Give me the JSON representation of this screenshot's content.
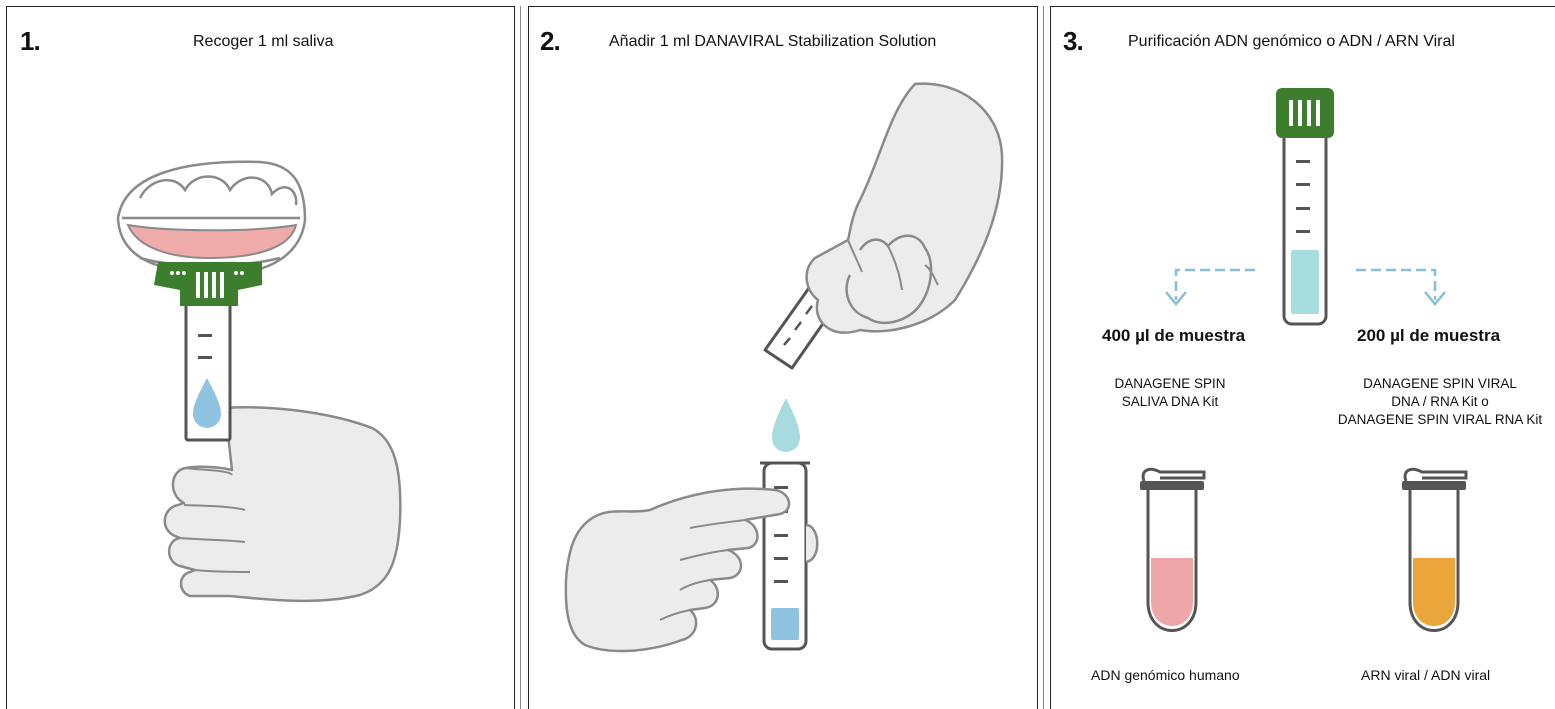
{
  "colors": {
    "cap_green": "#3d7d2e",
    "glove_fill": "#ececec",
    "glove_stroke": "#8a8a8a",
    "drop_blue": "#8fc3df",
    "drop_cyan": "#a7dbe0",
    "lip_pink": "#efaaaa",
    "dna_pink": "#eea6aa",
    "rna_orange": "#eaa63a",
    "arrow_blue": "#87bedb",
    "liquid_teal": "#a8dde0"
  },
  "steps": [
    {
      "number": "1.",
      "title": "Recoger 1 ml saliva",
      "icons": [
        "mouth-icon",
        "saliva-tube-icon",
        "gloved-hand-icon",
        "saliva-drop-icon"
      ]
    },
    {
      "number": "2.",
      "title": "Añadir 1 ml DANAVIRAL Stabilization Solution",
      "icons": [
        "gloved-hand-icon",
        "pipette-icon",
        "solution-drop-icon",
        "tube-icon"
      ]
    },
    {
      "number": "3.",
      "title": "Purificación ADN genómico o ADN / ARN Viral",
      "icons": [
        "sample-tube-icon",
        "split-arrow-icon",
        "microtube-icon"
      ]
    }
  ],
  "branches": [
    {
      "quantity": "400 µl de muestra",
      "kit_lines": [
        "DANAGENE SPIN",
        "SALIVA DNA Kit"
      ],
      "result": "ADN genómico humano"
    },
    {
      "quantity": "200 µl de muestra",
      "kit_lines": [
        "DANAGENE SPIN VIRAL",
        "DNA / RNA Kit o",
        "DANAGENE SPIN VIRAL RNA Kit"
      ],
      "result": "ARN viral / ADN viral"
    }
  ]
}
